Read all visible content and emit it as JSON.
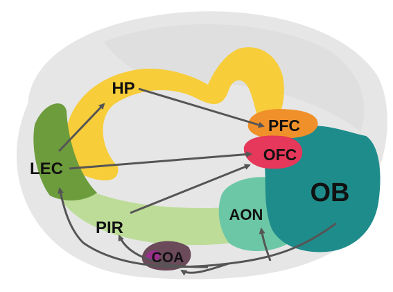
{
  "colors": {
    "brain_outline": "#e6e6e6",
    "brain_inner": "#d9d9d9",
    "hippocampus": "#f7cd3a",
    "entorhinal": "#6d9c3d",
    "piriform": "#bddc98",
    "aon": "#6cc7a6",
    "olfactory_bulb": "#1f8c8c",
    "pfc": "#f0902a",
    "ofc": "#e5385a",
    "coa": "#6b4a5a",
    "coa_accent": "#9b2f8c",
    "arrow": "#555555",
    "label": "#111111"
  },
  "regions": {
    "hp": "HP",
    "pfc": "PFC",
    "ofc": "OFC",
    "lec": "LEC",
    "aon": "AON",
    "ob": "OB",
    "pir": "PIR",
    "coa": "COA"
  },
  "connections": [
    {
      "from": "LEC",
      "to": "HP"
    },
    {
      "from": "HP",
      "to": "PFC"
    },
    {
      "from": "LEC",
      "to": "OFC"
    },
    {
      "from": "PIR",
      "to": "OFC"
    },
    {
      "from": "OB",
      "to": "LEC"
    },
    {
      "from": "OB",
      "to": "PIR"
    },
    {
      "from": "OB",
      "to": "COA"
    },
    {
      "from": "OB",
      "to": "AON"
    }
  ]
}
